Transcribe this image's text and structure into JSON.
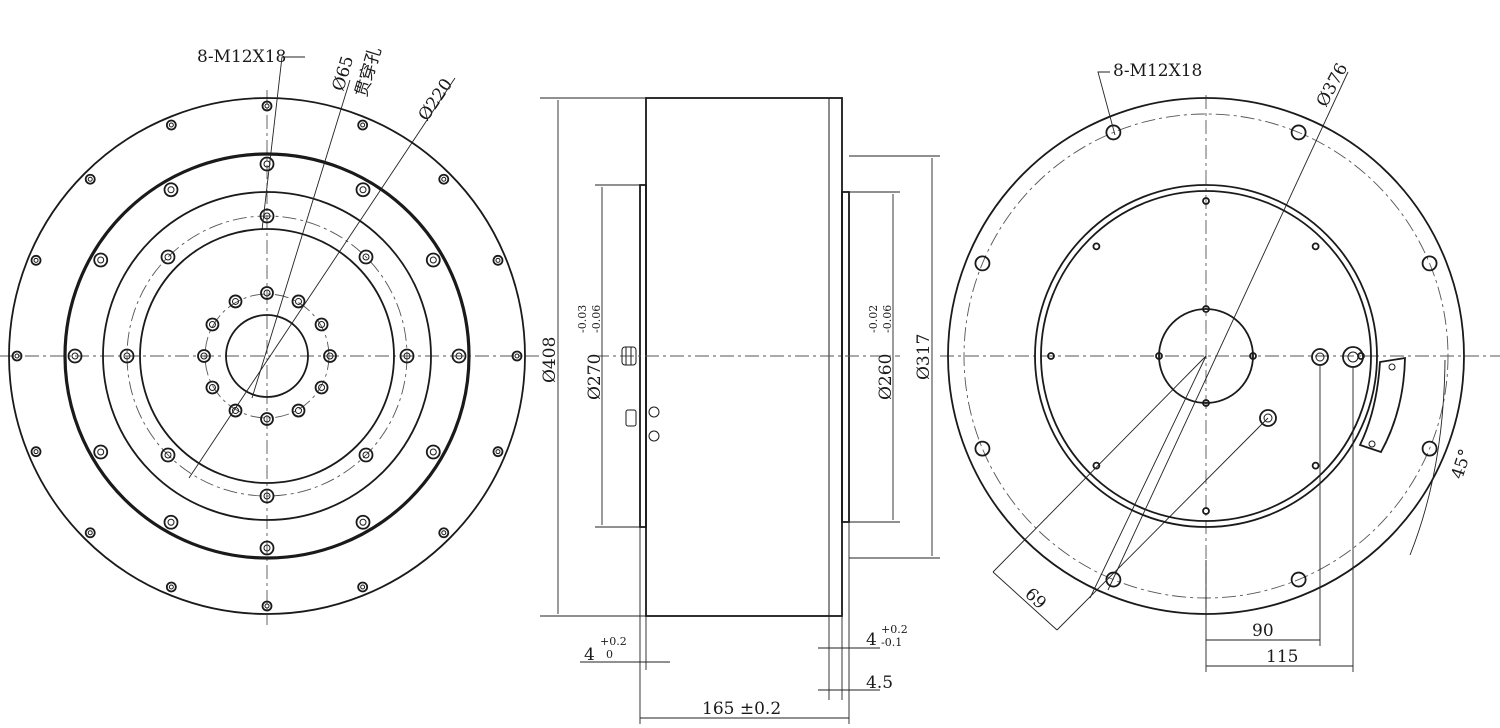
{
  "views": {
    "front": {
      "thread_callout": "8-M12X18",
      "bore_dia": "Ø65",
      "bore_note": "贯穿孔",
      "pcd": "Ø220"
    },
    "side": {
      "od": "Ø408",
      "spigot_left": "Ø270",
      "spigot_left_upper_tol": "-0.03",
      "spigot_left_lower_tol": "-0.06",
      "spigot_right": "Ø260",
      "spigot_right_upper_tol": "-0.02",
      "spigot_right_lower_tol": "-0.06",
      "step_dia": "Ø317",
      "left_step": "4",
      "left_step_upper_tol": "+0.2",
      "left_step_lower_tol": "0",
      "right_step": "4",
      "right_step_upper_tol": "+0.2",
      "right_step_lower_tol": "-0.1",
      "flange": "4.5",
      "length": "165 ±0.2"
    },
    "rear": {
      "thread_callout": "8-M12X18",
      "pcd": "Ø376",
      "angle": "45°",
      "dim_69": "69",
      "dim_90": "90",
      "dim_115": "115"
    }
  }
}
